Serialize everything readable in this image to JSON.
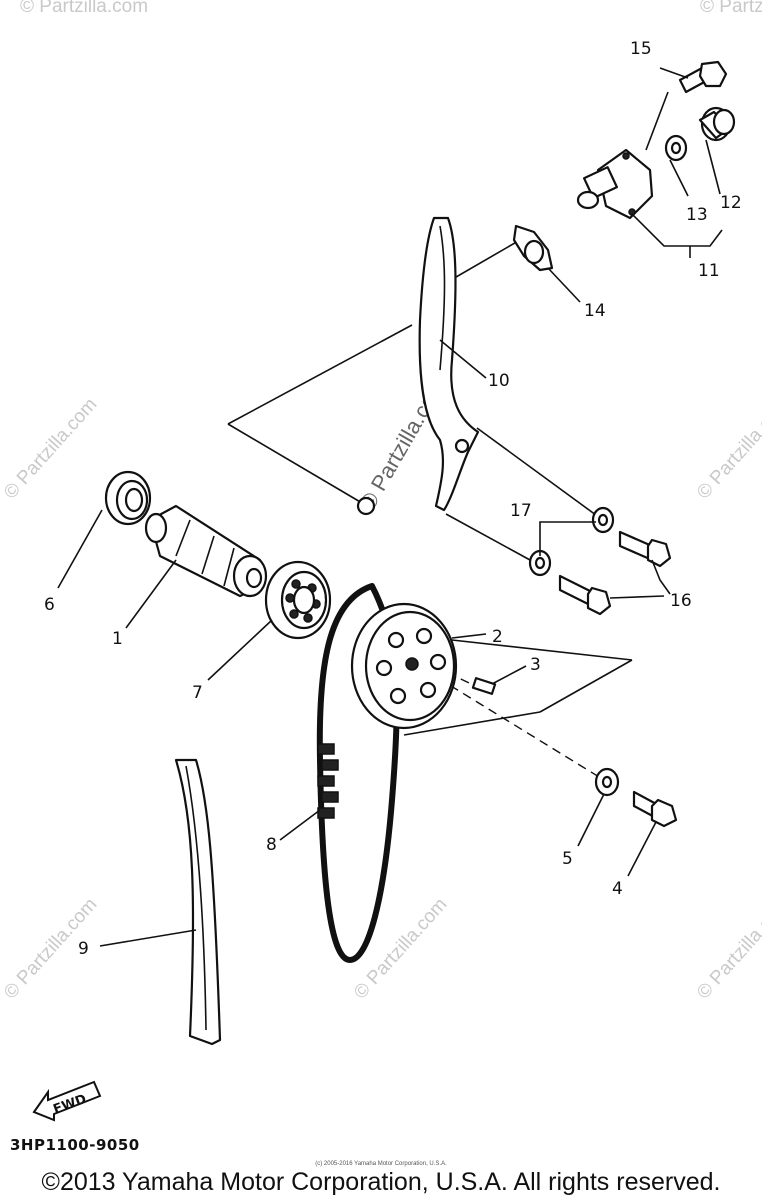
{
  "callouts": [
    {
      "id": "1",
      "label": "1"
    },
    {
      "id": "2",
      "label": "2"
    },
    {
      "id": "3",
      "label": "3"
    },
    {
      "id": "4",
      "label": "4"
    },
    {
      "id": "5",
      "label": "5"
    },
    {
      "id": "6",
      "label": "6"
    },
    {
      "id": "7",
      "label": "7"
    },
    {
      "id": "8",
      "label": "8"
    },
    {
      "id": "9",
      "label": "9"
    },
    {
      "id": "10",
      "label": "10"
    },
    {
      "id": "11",
      "label": "11"
    },
    {
      "id": "12",
      "label": "12"
    },
    {
      "id": "13",
      "label": "13"
    },
    {
      "id": "14",
      "label": "14"
    },
    {
      "id": "15",
      "label": "15"
    },
    {
      "id": "16",
      "label": "16"
    },
    {
      "id": "17",
      "label": "17"
    }
  ],
  "watermark": {
    "text": "© Partzilla.com",
    "center_text": "© Partzilla.com"
  },
  "fwd_label": "FWD",
  "drawing_code": "3HP1100-9050",
  "tiny_notice": "(c) 2005-2016 Yamaha Motor Corporation, U.S.A.",
  "copyright": "©2013 Yamaha Motor Corporation, U.S.A. All rights reserved."
}
